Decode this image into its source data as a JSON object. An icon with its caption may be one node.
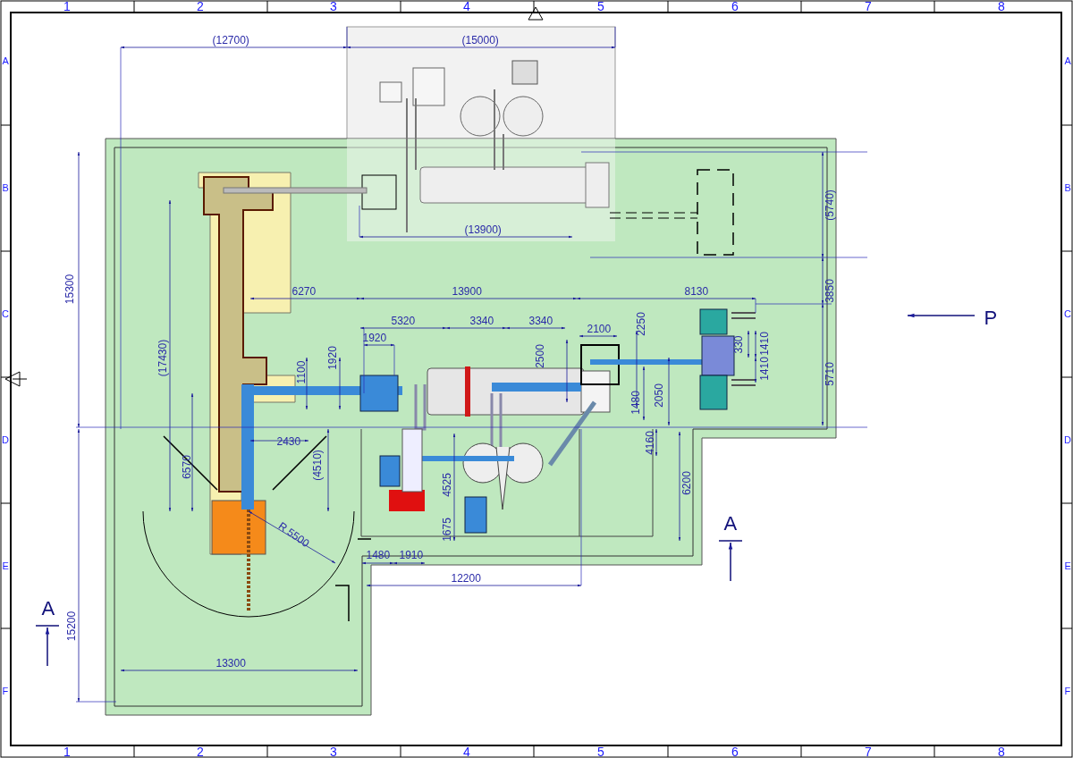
{
  "diagram": {
    "labels": [
      "1",
      "2",
      "3",
      "4",
      "5",
      "6",
      "7",
      "8",
      "A",
      "B",
      "C",
      "D",
      "E",
      "F",
      "A",
      "B",
      "C",
      "D",
      "E",
      "F",
      "1",
      "2",
      "3",
      "4",
      "5",
      "6",
      "7",
      "8",
      "(12700)",
      "(15000)",
      "(5740)",
      "(17430)",
      "15300",
      "(13900)",
      "6270",
      "13900",
      "8130",
      "3850",
      "5320",
      "3340",
      "3340",
      "2100",
      "2250",
      "1920",
      "1920",
      "2500",
      "330",
      "1410",
      "1410",
      "P",
      "1100",
      "5710",
      "1480",
      "2050",
      "6570",
      "2430",
      "(4510)",
      "4160",
      "4525",
      "6200",
      "R 5500",
      "1675",
      "A",
      "1480",
      "1910",
      "12200",
      "15200",
      "A",
      "13300"
    ]
  }
}
